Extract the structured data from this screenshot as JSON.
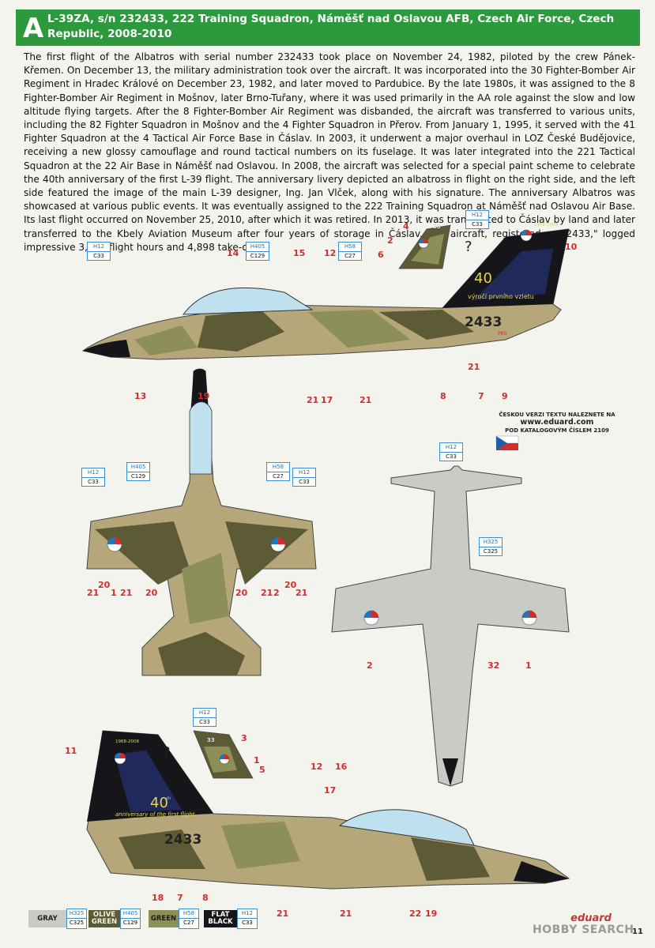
{
  "header": {
    "letter": "A",
    "title": "L-39ZA, s/n 232433, 222 Training Squadron, Náměšť nad Oslavou AFB, Czech Air Force, Czech Republic, 2008-2010"
  },
  "description": "The first flight of the Albatros with serial number 232433 took place on November 24, 1982, piloted by the crew Pánek-Křemen. On December 13, the military administration took over the aircraft. It was incorporated into the 30 Fighter-Bomber Air Regiment in Hradec Králové on December 23, 1982, and later moved to Pardubice. By the late 1980s, it was assigned to the 8 Fighter-Bomber Air Regiment in Mošnov, later Brno-Tuřany, where it was used primarily in the AA role against the slow and low altitude flying targets. After the 8 Fighter-Bomber Air Regiment was disbanded, the aircraft was transferred to various units, including the 82 Fighter Squadron in Mošnov and the 4 Fighter Squadron in Přerov. From January 1, 1995, it served with the 41 Fighter Squadron at the 4 Tactical Air Force Base in Čáslav. In 2003, it underwent a major overhaul in LOZ České Budějovice, receiving a new glossy camouflage and round tactical numbers on its fuselage. It was later integrated into the 221 Tactical Squadron at the 22 Air Base in Náměšť nad Oslavou. In 2008, the aircraft was selected for a special paint scheme to celebrate the 40th anniversary of the first L-39 flight. The anniversary livery depicted an albatross in flight on the right side, and the left side featured the image of the main L-39 designer, Ing. Jan Vlček, along with his signature. The anniversary Albatros was showcased at various public events. It was eventually assigned to the 222 Training Squadron at Náměšť nad Oslavou Air Base. Its last flight occurred on November 25, 2010, after which it was retired. In 2013, it was transported to Čáslav by land and later transferred to the Kbely Aviation Museum after four years of storage in Čáslav. The aircraft, registered as \"2433,\" logged impressive 3,545 flight hours and 4,898 take-offs.",
  "aircraft": {
    "tactical_number": "2433",
    "tail_number": "33",
    "question_mark": "?",
    "anniv_years": "1968-2008",
    "anniv_40": "40",
    "anniv_th": "th",
    "anniv_text_right": "výročí prvního vzletu",
    "anniv_text_left": "anniversary of the first flight",
    "prs_label": "PRS"
  },
  "colors": {
    "olive": "#5d5a36",
    "green": "#8c8f58",
    "sand": "#b6a77a",
    "gray": "#c9cbc7",
    "black": "#16161a",
    "canopy": "#bfe0ee",
    "brand": "#2c9a3c",
    "red": "#d32c2c"
  },
  "codes": {
    "h12": [
      "H12",
      "C33"
    ],
    "h405": [
      "H405",
      "C129"
    ],
    "h58": [
      "H58",
      "C27"
    ],
    "h325": [
      "H325",
      "C325"
    ]
  },
  "callouts": {
    "n1": "1",
    "n2": "2",
    "n3": "3",
    "n4": "4",
    "n5": "5",
    "n6": "6",
    "n7": "7",
    "n8": "8",
    "n9": "9",
    "n10": "10",
    "n11": "11",
    "n12": "12",
    "n13": "13",
    "n14": "14",
    "n15": "15",
    "n16": "16",
    "n17": "17",
    "n18": "18",
    "n19": "19",
    "n20": "20",
    "n21": "21",
    "n22": "22",
    "n32": "32"
  },
  "note": {
    "line1": "ČESKOU VERZI TEXTU NALEZNETE NA",
    "url": "www.eduard.com",
    "line3": "POD KATALOGOVÝM ČÍSLEM 2109"
  },
  "legend": [
    {
      "name": "GRAY",
      "h": "H325",
      "c": "C325",
      "bg": "#c9cbc7",
      "fg": "#222222"
    },
    {
      "name": "OLIVE GREEN",
      "h": "H405",
      "c": "C129",
      "bg": "#5d5a36",
      "fg": "#f0efe0"
    },
    {
      "name": "GREEN",
      "h": "H58",
      "c": "C27",
      "bg": "#8c8f58",
      "fg": "#1d1d12"
    },
    {
      "name": "FLAT BLACK",
      "h": "H12",
      "c": "C33",
      "bg": "#16161a",
      "fg": "#ffffff"
    }
  ],
  "brand": {
    "eduard": "eduard",
    "hobbysearch": "HOBBY SEARCH",
    "page": "11"
  }
}
